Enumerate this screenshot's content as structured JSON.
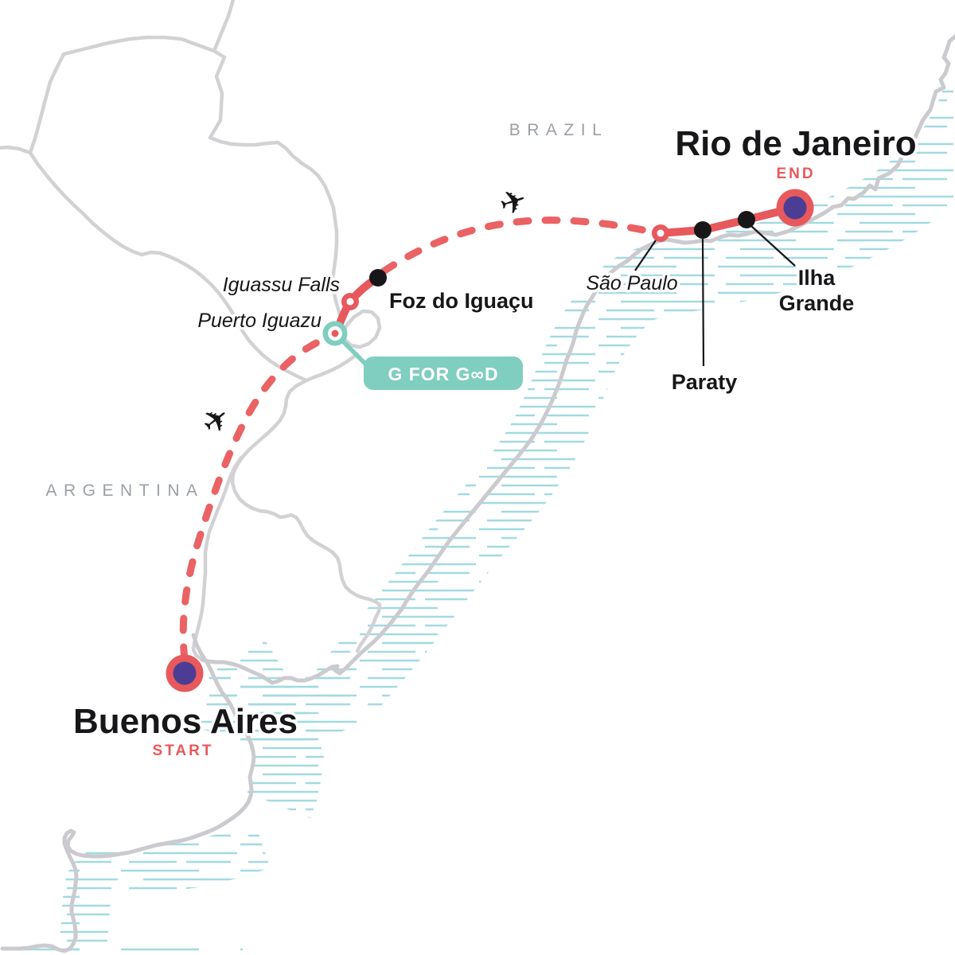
{
  "title": "Tour route map",
  "countries": [
    {
      "label": "BRAZIL"
    },
    {
      "label": "ARGENTINA"
    }
  ],
  "route": {
    "start": {
      "city": "Buenos Aires",
      "tag": "START"
    },
    "end": {
      "city": "Rio de Janeiro",
      "tag": "END"
    },
    "stops": [
      {
        "label": "Puerto Iguazu",
        "style": "italic",
        "marker": "teal-ring"
      },
      {
        "label": "Iguassu Falls",
        "style": "italic",
        "marker": "red-ring"
      },
      {
        "label": "Foz do Iguaçu",
        "style": "bold",
        "marker": "black-dot"
      },
      {
        "label": "São Paulo",
        "style": "italic",
        "marker": "red-ring"
      },
      {
        "label": "Paraty",
        "style": "bold",
        "marker": "black-dot"
      },
      {
        "label": "Ilha Grande",
        "style": "bold",
        "marker": "black-dot",
        "lines": [
          "Ilha",
          "Grande"
        ]
      }
    ],
    "badge": {
      "label": "G FOR G∞D"
    },
    "legs": [
      {
        "from": "Buenos Aires",
        "to": "Puerto Iguazu",
        "mode": "flight",
        "style": "dashed"
      },
      {
        "from": "Puerto Iguazu",
        "to": "Foz do Iguaçu",
        "mode": "ground",
        "style": "solid"
      },
      {
        "from": "Foz do Iguaçu",
        "to": "São Paulo",
        "mode": "flight",
        "style": "dashed"
      },
      {
        "from": "São Paulo",
        "to": "Rio de Janeiro",
        "mode": "ground",
        "style": "solid"
      }
    ]
  },
  "colors": {
    "route": "#E7595C",
    "route_dash": "#EA6264",
    "marker_purple": "#4B3D94",
    "marker_black": "#17171A",
    "teal": "#7FCEC0",
    "hatch": "#A3DAE1",
    "border": "#D2D2D5",
    "country_label": "#9BA0A6",
    "tag": "#E8585C",
    "label_text": "#17171A"
  }
}
